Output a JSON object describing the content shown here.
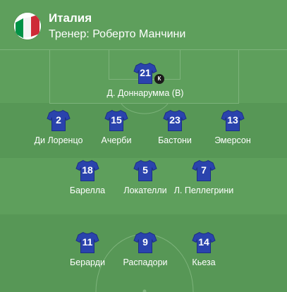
{
  "team": {
    "name": "Италия",
    "coach": "Тренер: Роберто Манчини",
    "flag_colors": [
      "#009246",
      "#ffffff",
      "#ce2b37"
    ]
  },
  "colors": {
    "pitch_light": "#5e9f5c",
    "pitch_dark": "#579756",
    "lines": "#7db37b",
    "shirt": "#2a43ad",
    "shirt_outline": "#1c2f86"
  },
  "lineup": {
    "goalkeeper": [
      {
        "number": "21",
        "name": "Д. Доннарумма (В)",
        "captain_badge": "К"
      }
    ],
    "defenders": [
      {
        "number": "2",
        "name": "Ди Лоренцо"
      },
      {
        "number": "15",
        "name": "Ачерби"
      },
      {
        "number": "23",
        "name": "Бастони"
      },
      {
        "number": "13",
        "name": "Эмерсон"
      }
    ],
    "midfielders": [
      {
        "number": "18",
        "name": "Барелла"
      },
      {
        "number": "5",
        "name": "Локателли"
      },
      {
        "number": "7",
        "name": "Л. Пеллегрини"
      }
    ],
    "forwards": [
      {
        "number": "11",
        "name": "Берарди"
      },
      {
        "number": "9",
        "name": "Распадори"
      },
      {
        "number": "14",
        "name": "Кьеза"
      }
    ]
  }
}
